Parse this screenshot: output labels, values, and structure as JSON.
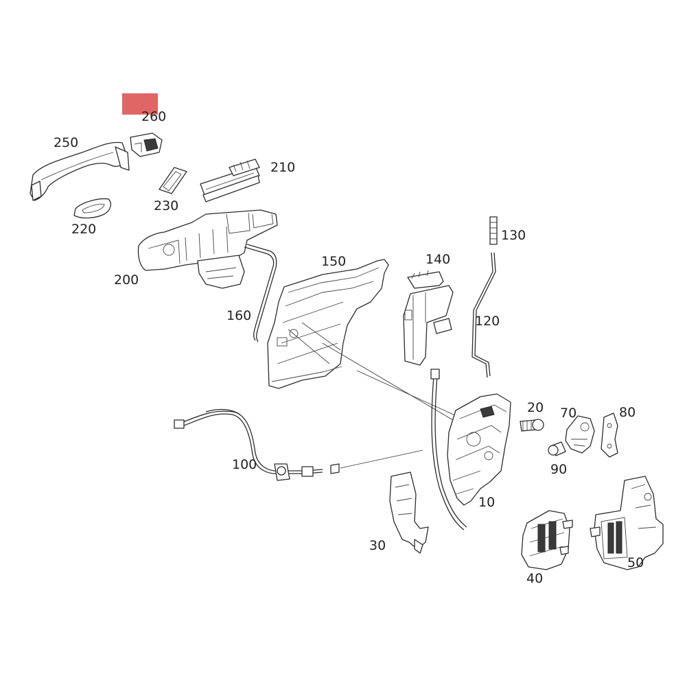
{
  "highlight_color": "#e06666",
  "labels": {
    "p260": "260",
    "p250": "250",
    "p210": "210",
    "p230": "230",
    "p220": "220",
    "p200": "200",
    "p130": "130",
    "p150": "150",
    "p140": "140",
    "p160": "160",
    "p120": "120",
    "p20": "20",
    "p70": "70",
    "p80": "80",
    "p100": "100",
    "p90": "90",
    "p10": "10",
    "p30": "30",
    "p50": "50",
    "p40": "40"
  }
}
